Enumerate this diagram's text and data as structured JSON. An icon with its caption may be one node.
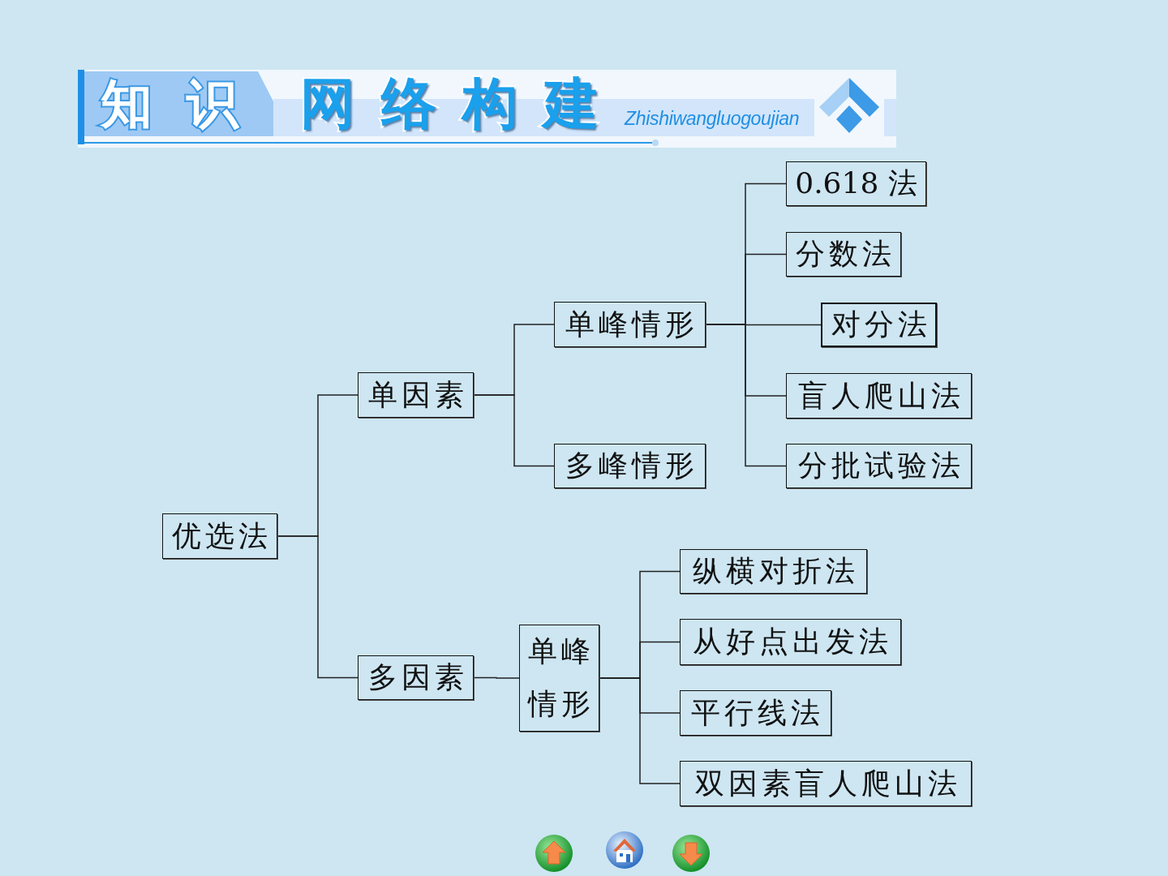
{
  "diagram": {
    "nodes": [
      {
        "text": [
          "优选法"
        ]
      },
      {
        "text": [
          "单因素"
        ]
      },
      {
        "text": [
          "多因素"
        ]
      },
      {
        "text": [
          "单峰情形"
        ]
      },
      {
        "text": [
          "多峰情形"
        ]
      },
      {
        "text": [
          "0.618 法"
        ]
      },
      {
        "text": [
          "分数法"
        ]
      },
      {
        "text": [
          "对分法"
        ]
      },
      {
        "text": [
          "盲人爬山法"
        ]
      },
      {
        "text": [
          "分批试验法"
        ]
      },
      {
        "text": [
          "单峰情形"
        ]
      },
      {
        "text": [
          "纵横对折法"
        ]
      },
      {
        "text": [
          "从好点出发法"
        ]
      },
      {
        "text": [
          "平行线法"
        ]
      },
      {
        "text": [
          "双因素盲人爬山法"
        ]
      }
    ],
    "edges": [
      {
        "from": 0,
        "to": 1,
        "arrow": "none"
      },
      {
        "from": 0,
        "to": 2,
        "arrow": "none"
      },
      {
        "from": 1,
        "to": 3,
        "arrow": "none"
      },
      {
        "from": 1,
        "to": 4,
        "arrow": "none"
      },
      {
        "from": 3,
        "to": 5,
        "arrow": "none"
      },
      {
        "from": 3,
        "to": 6,
        "arrow": "none"
      },
      {
        "from": 3,
        "to": 7,
        "arrow": "none"
      },
      {
        "from": 3,
        "to": 8,
        "arrow": "none"
      },
      {
        "from": 3,
        "to": 9,
        "arrow": "none"
      },
      {
        "from": 2,
        "to": 10,
        "arrow": "none"
      },
      {
        "from": 10,
        "to": 11,
        "arrow": "none"
      },
      {
        "from": 10,
        "to": 12,
        "arrow": "none"
      },
      {
        "from": 10,
        "to": 13,
        "arrow": "none"
      },
      {
        "from": 10,
        "to": 14,
        "arrow": "none"
      }
    ],
    "labels": [
      "知识",
      "网络构建",
      "Zhishiwangluogoujian"
    ]
  }
}
